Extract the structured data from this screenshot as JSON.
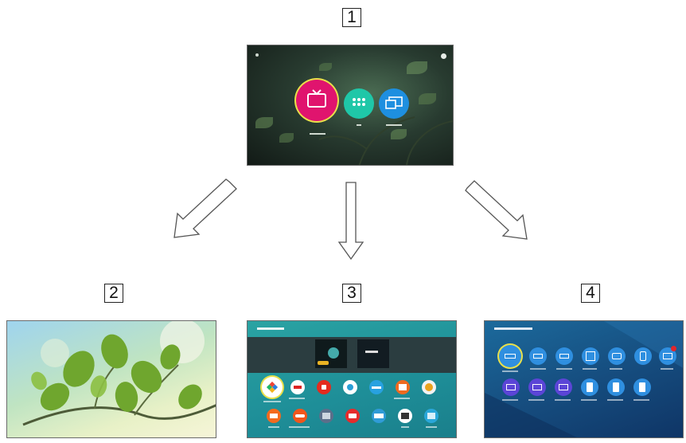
{
  "labels": {
    "n1": "1",
    "n2": "2",
    "n3": "3",
    "n4": "4"
  },
  "icons": {
    "tv": "tv-icon",
    "apps": "apps-grid-icon",
    "devices": "devices-icon"
  },
  "colors": {
    "tv_circle": "#e0146e",
    "apps_circle": "#1fc7a8",
    "devices_circle": "#1e8fe0",
    "apps_bg": "#1e8e98",
    "devices_bg": "#164e80",
    "device_icon": "#2f8fe0",
    "device_icon_purple": "#5b45d6"
  }
}
